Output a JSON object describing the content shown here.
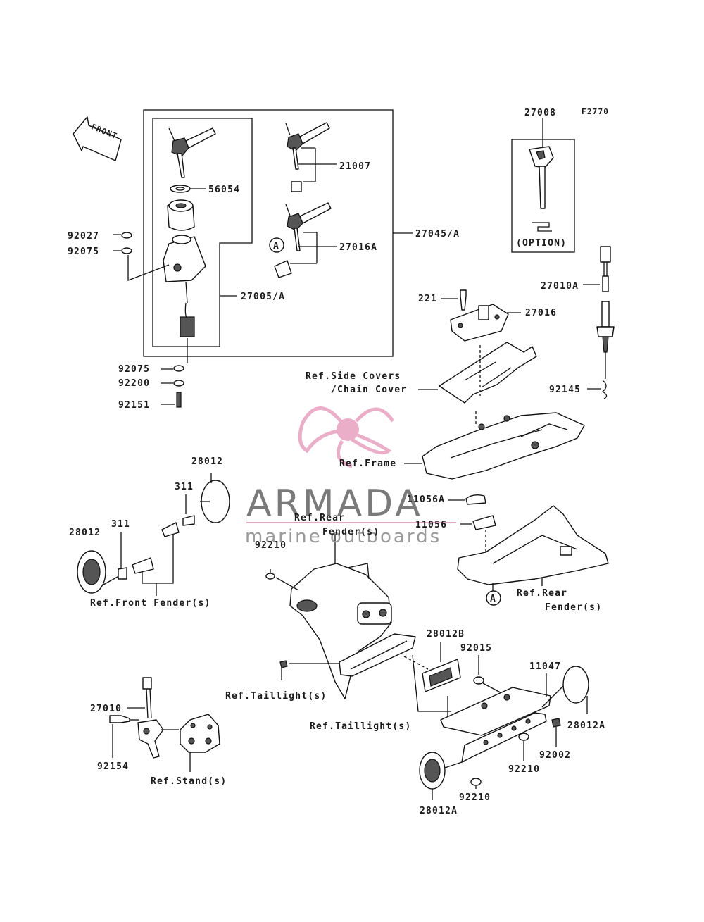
{
  "figure_code": "F2770",
  "front_arrow_label": "FRONT",
  "option_label": "(OPTION)",
  "callout_letter": "A",
  "parts": {
    "p27008": "27008",
    "p21007": "21007",
    "p56054": "56054",
    "p92027": "92027",
    "p92075a": "92075",
    "p27045A": "27045/A",
    "p27016A": "27016A",
    "p27005A": "27005/A",
    "p27010A": "27010A",
    "p221": "221",
    "p27016": "27016",
    "p92075b": "92075",
    "p92200": "92200",
    "p92151": "92151",
    "p92145": "92145",
    "p28012a": "28012",
    "p311a": "311",
    "p28012b": "28012",
    "p311b": "311",
    "p11056A": "11056A",
    "p11056": "11056",
    "p92210a": "92210",
    "p28012B": "28012B",
    "p92015": "92015",
    "p11047": "11047",
    "p27010": "27010",
    "p92154": "92154",
    "p28012A_r": "28012A",
    "p92002": "92002",
    "p92210b": "92210",
    "p92210c": "92210",
    "p28012A_b": "28012A"
  },
  "refs": {
    "side_covers_1": "Ref.Side Covers",
    "side_covers_2": "/Chain Cover",
    "frame": "Ref.Frame",
    "rear_fender_1": "Ref.Rear",
    "rear_fender_2": "Fender(s)",
    "rear_fender_r1": "Ref.Rear",
    "rear_fender_r2": "Fender(s)",
    "front_fender": "Ref.Front Fender(s)",
    "taillight_1": "Ref.Taillight(s)",
    "taillight_2": "Ref.Taillight(s)",
    "stand": "Ref.Stand(s)"
  },
  "watermark": {
    "brand": "ARMADA",
    "tagline": "marine outboards",
    "color_pink": "#e8a6c4",
    "color_grey": "#7a7a7a"
  }
}
